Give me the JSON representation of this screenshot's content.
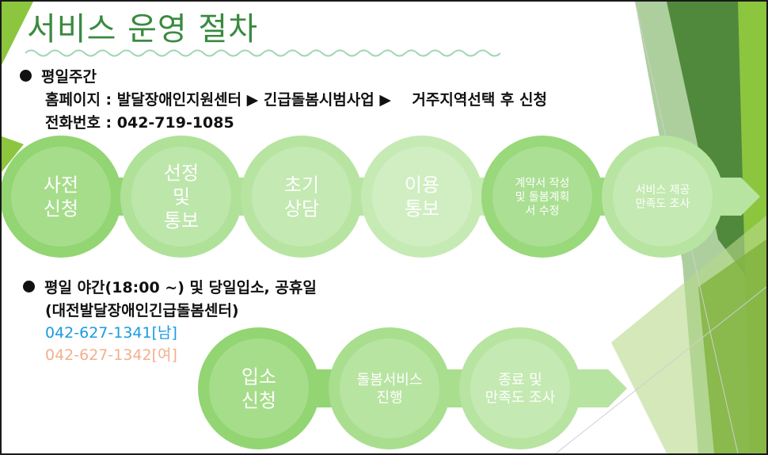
{
  "slide": {
    "title": "서비스 운영 절차",
    "weekday": {
      "heading": "평일주간",
      "line1": "홈페이지 : 발달장애인지원센터 ▶ 긴급돌봄시범사업 ▶    거주지역선택 후 신청",
      "line2": "전화번호 : 042-719-1085"
    },
    "night": {
      "heading": "평일 야간(18:00 ~) 및 당일입소, 공휴일",
      "center": "(대전발달장애인긴급돌봄센터)",
      "phone_male": "042-627-1341[남]",
      "phone_female": "042-627-1342[여]"
    },
    "process1": [
      {
        "lines": [
          "사전",
          "신청"
        ]
      },
      {
        "lines": [
          "선정",
          "및",
          "통보"
        ]
      },
      {
        "lines": [
          "초기",
          "상담"
        ]
      },
      {
        "lines": [
          "이용",
          "통보"
        ]
      },
      {
        "lines": [
          "계약서 작성",
          "및 돌봄계획",
          "서 수정"
        ]
      },
      {
        "lines": [
          "서비스 제공",
          "만족도 조사"
        ]
      }
    ],
    "process2": [
      {
        "lines": [
          "입소",
          "신청"
        ]
      },
      {
        "lines": [
          "돌봄서비스",
          "진행"
        ]
      },
      {
        "lines": [
          "종료 및",
          "만족도 조사"
        ]
      }
    ],
    "colors": {
      "title": "#3a8a40",
      "phone_male": "#1a9be0",
      "phone_female": "#f2b08c",
      "stage_dark": "#8ed36d",
      "stage_light": "#d8f2cc"
    }
  }
}
